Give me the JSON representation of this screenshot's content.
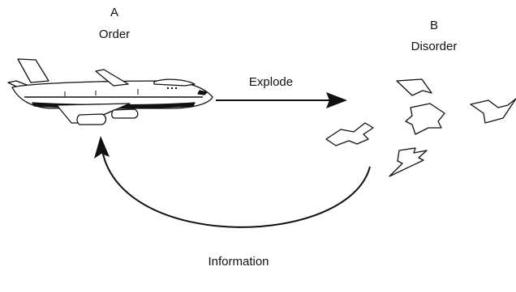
{
  "state_a": {
    "letter": "A",
    "name": "Order"
  },
  "state_b": {
    "letter": "B",
    "name": "Disorder"
  },
  "arrows": {
    "forward_label": "Explode",
    "return_label": "Information"
  },
  "icons": {
    "airplane": "airplane-icon",
    "fragments": "debris-fragment-icon"
  },
  "colors": {
    "ink": "#111111",
    "background": "#ffffff"
  }
}
